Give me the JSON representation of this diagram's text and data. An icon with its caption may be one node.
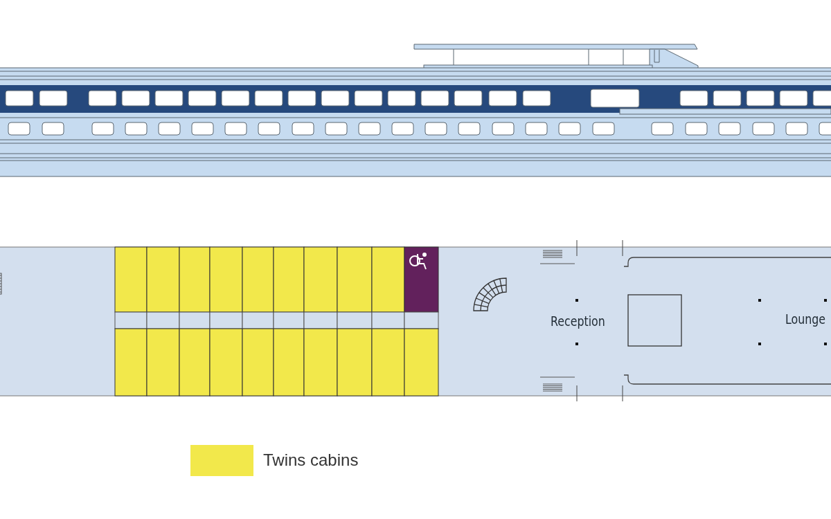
{
  "diagram": {
    "labels": [
      "Reception",
      "Lounge"
    ],
    "legend": [
      {
        "text": "Twins cabins",
        "color": "#f2e84b"
      }
    ]
  }
}
